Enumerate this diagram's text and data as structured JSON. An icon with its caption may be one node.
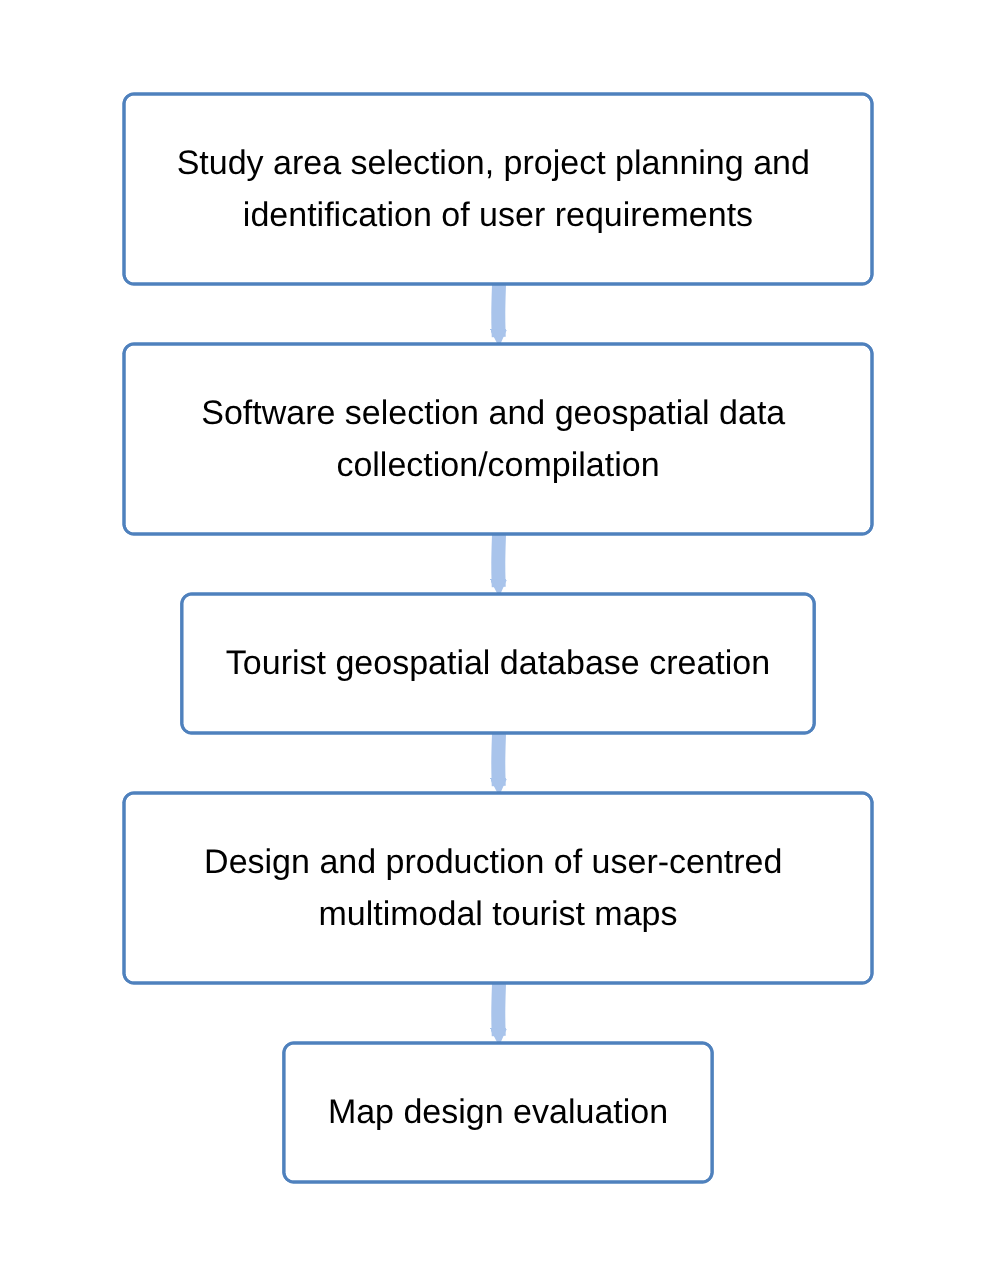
{
  "diagram": {
    "nodes": [
      {
        "text": [
          "Study area selection, project planning and identification of user requirements"
        ]
      },
      {
        "text": [
          "Software selection and geospatial data collection/compilation"
        ]
      },
      {
        "text": [
          "Tourist geospatial database creation"
        ]
      },
      {
        "text": [
          "Design and production of user-centred multimodal tourist maps"
        ]
      },
      {
        "text": [
          "Map design evaluation"
        ]
      }
    ],
    "edges": [
      {
        "from": 0,
        "to": 1,
        "arrow": "to"
      },
      {
        "from": 1,
        "to": 2,
        "arrow": "to"
      },
      {
        "from": 2,
        "to": 3,
        "arrow": "to"
      },
      {
        "from": 3,
        "to": 4,
        "arrow": "to"
      }
    ]
  }
}
